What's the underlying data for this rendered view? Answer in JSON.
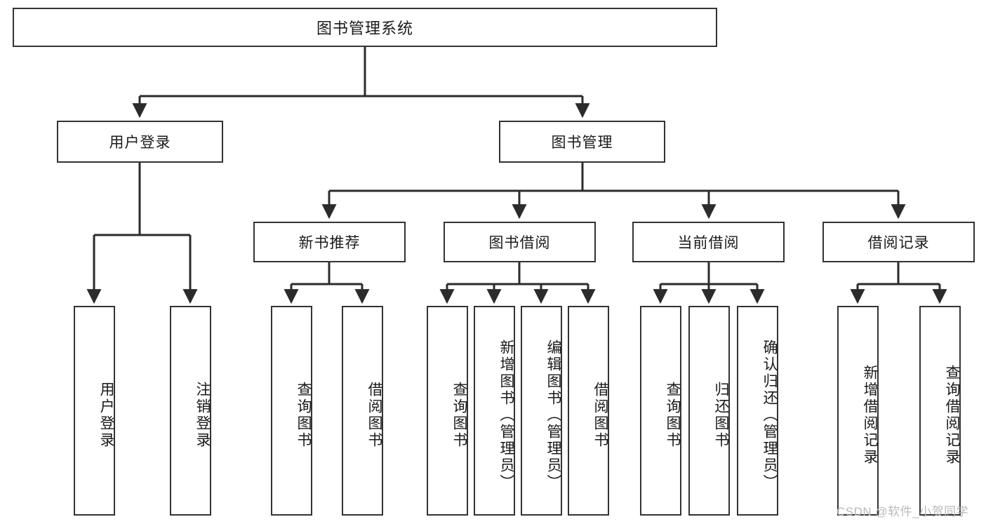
{
  "diagram": {
    "type": "hierarchy-tree",
    "title": "图书管理系统",
    "root": {
      "id": "root",
      "label": "图书管理系统"
    },
    "level2": [
      {
        "id": "user-login",
        "label": "用户登录"
      },
      {
        "id": "book-manage",
        "label": "图书管理"
      }
    ],
    "level3": [
      {
        "id": "new-book-recommend",
        "label": "新书推荐",
        "parent": "book-manage"
      },
      {
        "id": "book-borrow",
        "label": "图书借阅",
        "parent": "book-manage"
      },
      {
        "id": "current-borrow",
        "label": "当前借阅",
        "parent": "book-manage"
      },
      {
        "id": "borrow-record",
        "label": "借阅记录",
        "parent": "book-manage"
      }
    ],
    "leaves": {
      "user_login": [
        {
          "id": "leaf-user-login",
          "label": "用户登录"
        },
        {
          "id": "leaf-logout-login",
          "label": "注销登录"
        }
      ],
      "new_book_recommend": [
        {
          "id": "leaf-query-book-1",
          "label": "查询图书"
        },
        {
          "id": "leaf-borrow-book-1",
          "label": "借阅图书"
        }
      ],
      "book_borrow": [
        {
          "id": "leaf-query-book-2",
          "label": "查询图书"
        },
        {
          "id": "leaf-add-book",
          "label": "新增图书（管理员）"
        },
        {
          "id": "leaf-edit-book",
          "label": "编辑图书（管理员）"
        },
        {
          "id": "leaf-borrow-book-2",
          "label": "借阅图书"
        }
      ],
      "current_borrow": [
        {
          "id": "leaf-query-book-3",
          "label": "查询图书"
        },
        {
          "id": "leaf-return-book",
          "label": "归还图书"
        },
        {
          "id": "leaf-confirm-return",
          "label": "确认归还（管理员）"
        }
      ],
      "borrow_record": [
        {
          "id": "leaf-add-record",
          "label": "新增借阅记录"
        },
        {
          "id": "leaf-query-record",
          "label": "查询借阅记录"
        }
      ]
    }
  },
  "watermark": {
    "text": "CSDN @软件_小贺同学"
  },
  "colors": {
    "box_border": "#333333",
    "box_fill": "#ffffff",
    "line": "#2b2b2b",
    "text": "#1a1a1a",
    "watermark": "#b9b9b9",
    "background": "#ffffff"
  }
}
